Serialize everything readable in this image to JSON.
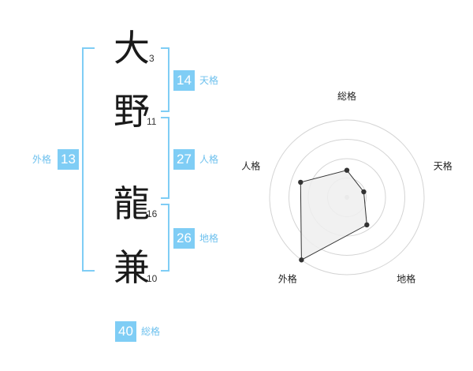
{
  "name": {
    "chars": [
      {
        "char": "大",
        "strokes": "3"
      },
      {
        "char": "野",
        "strokes": "11"
      },
      {
        "char": "龍",
        "strokes": "16"
      },
      {
        "char": "兼",
        "strokes": "10"
      }
    ]
  },
  "kaku": {
    "gaikaku": {
      "value": "13",
      "label": "外格"
    },
    "tenkaku": {
      "value": "14",
      "label": "天格"
    },
    "jinkaku": {
      "value": "27",
      "label": "人格"
    },
    "chikaku": {
      "value": "26",
      "label": "地格"
    },
    "soukaku": {
      "value": "40",
      "label": "総格"
    }
  },
  "colors": {
    "accent": "#7fcdf5",
    "label": "#6ec1ee"
  },
  "radar": {
    "axes": [
      "総格",
      "天格",
      "地格",
      "外格",
      "人格"
    ],
    "rings": 4,
    "levels": [
      0.35,
      0.23,
      0.44,
      1.0,
      0.63
    ]
  }
}
